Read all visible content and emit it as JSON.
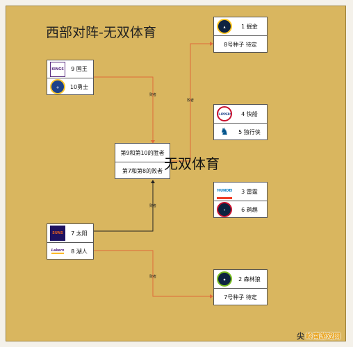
{
  "title": "西部对阵-无双体育",
  "overlay_text": "无双体育",
  "watermark": {
    "logo_glyph": "尖",
    "text": "岭南游戏网"
  },
  "teams": {
    "nuggets": {
      "seed_name": "1 掘金",
      "logo": "nuggets-logo",
      "color": "#0e2240"
    },
    "seed8_placeholder": {
      "label": "8号种子 待定"
    },
    "kings": {
      "seed_name": "9 国王",
      "logo": "kings-logo",
      "color": "#5a2d81"
    },
    "warriors": {
      "seed_name": "10勇士",
      "logo": "warriors-logo",
      "color": "#1d428a"
    },
    "clippers": {
      "seed_name": "4 快船",
      "logo": "clippers-logo",
      "color": "#c8102e"
    },
    "mavericks": {
      "seed_name": "5 独行侠",
      "logo": "mavericks-logo",
      "color": "#00538c"
    },
    "play_in_top": {
      "label": "第9和第10的胜者"
    },
    "play_in_bottom": {
      "label": "第7和第8的败者"
    },
    "thunder": {
      "seed_name": "3 雷霆",
      "logo": "thunder-logo",
      "color": "#007ac1"
    },
    "pelicans": {
      "seed_name": "6 鹈鹕",
      "logo": "pelicans-logo",
      "color": "#0c2340"
    },
    "suns": {
      "seed_name": "7 太阳",
      "logo": "suns-logo",
      "color": "#1d1160",
      "logo_text": "SUNS"
    },
    "lakers": {
      "seed_name": "8 湖人",
      "logo": "lakers-logo",
      "color": "#552583",
      "logo_text": "Lakers"
    },
    "timberwolves": {
      "seed_name": "2 森林狼",
      "logo": "timberwolves-logo",
      "color": "#0c2340"
    },
    "seed7_placeholder": {
      "label": "7号种子 待定"
    }
  },
  "tags": {
    "loser": "败者"
  },
  "colors": {
    "link_orange": "#e06a3a",
    "link_dark": "#222222"
  }
}
